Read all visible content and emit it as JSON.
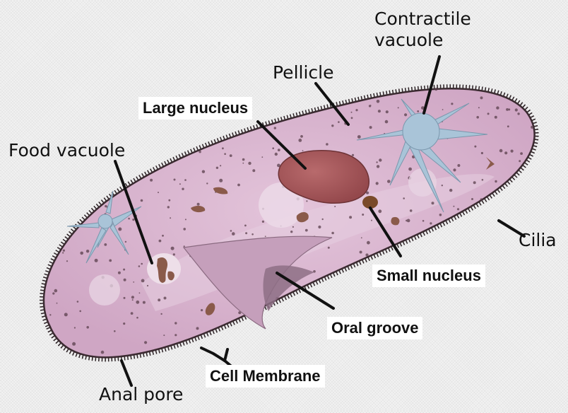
{
  "diagram": {
    "labels": {
      "contractile_vacuole": "Contractile\nvacuole",
      "pellicle": "Pellicle",
      "large_nucleus": "Large nucleus",
      "food_vacuole": "Food vacuole",
      "cilia": "Cilia",
      "small_nucleus": "Small nucleus",
      "oral_groove": "Oral groove",
      "cell_membrane": "Cell Membrane",
      "anal_pore": "Anal pore"
    },
    "colors": {
      "cytoplasm": "#d9b5cf",
      "membrane": "#3a2a30",
      "large_nucleus": "#a65a5e",
      "small_nucleus": "#7a4a2a",
      "contractile_vacuole": "#a9c4d8",
      "food_vacuole": "#8a5a4a",
      "oral_groove": "#c59fbb"
    }
  }
}
